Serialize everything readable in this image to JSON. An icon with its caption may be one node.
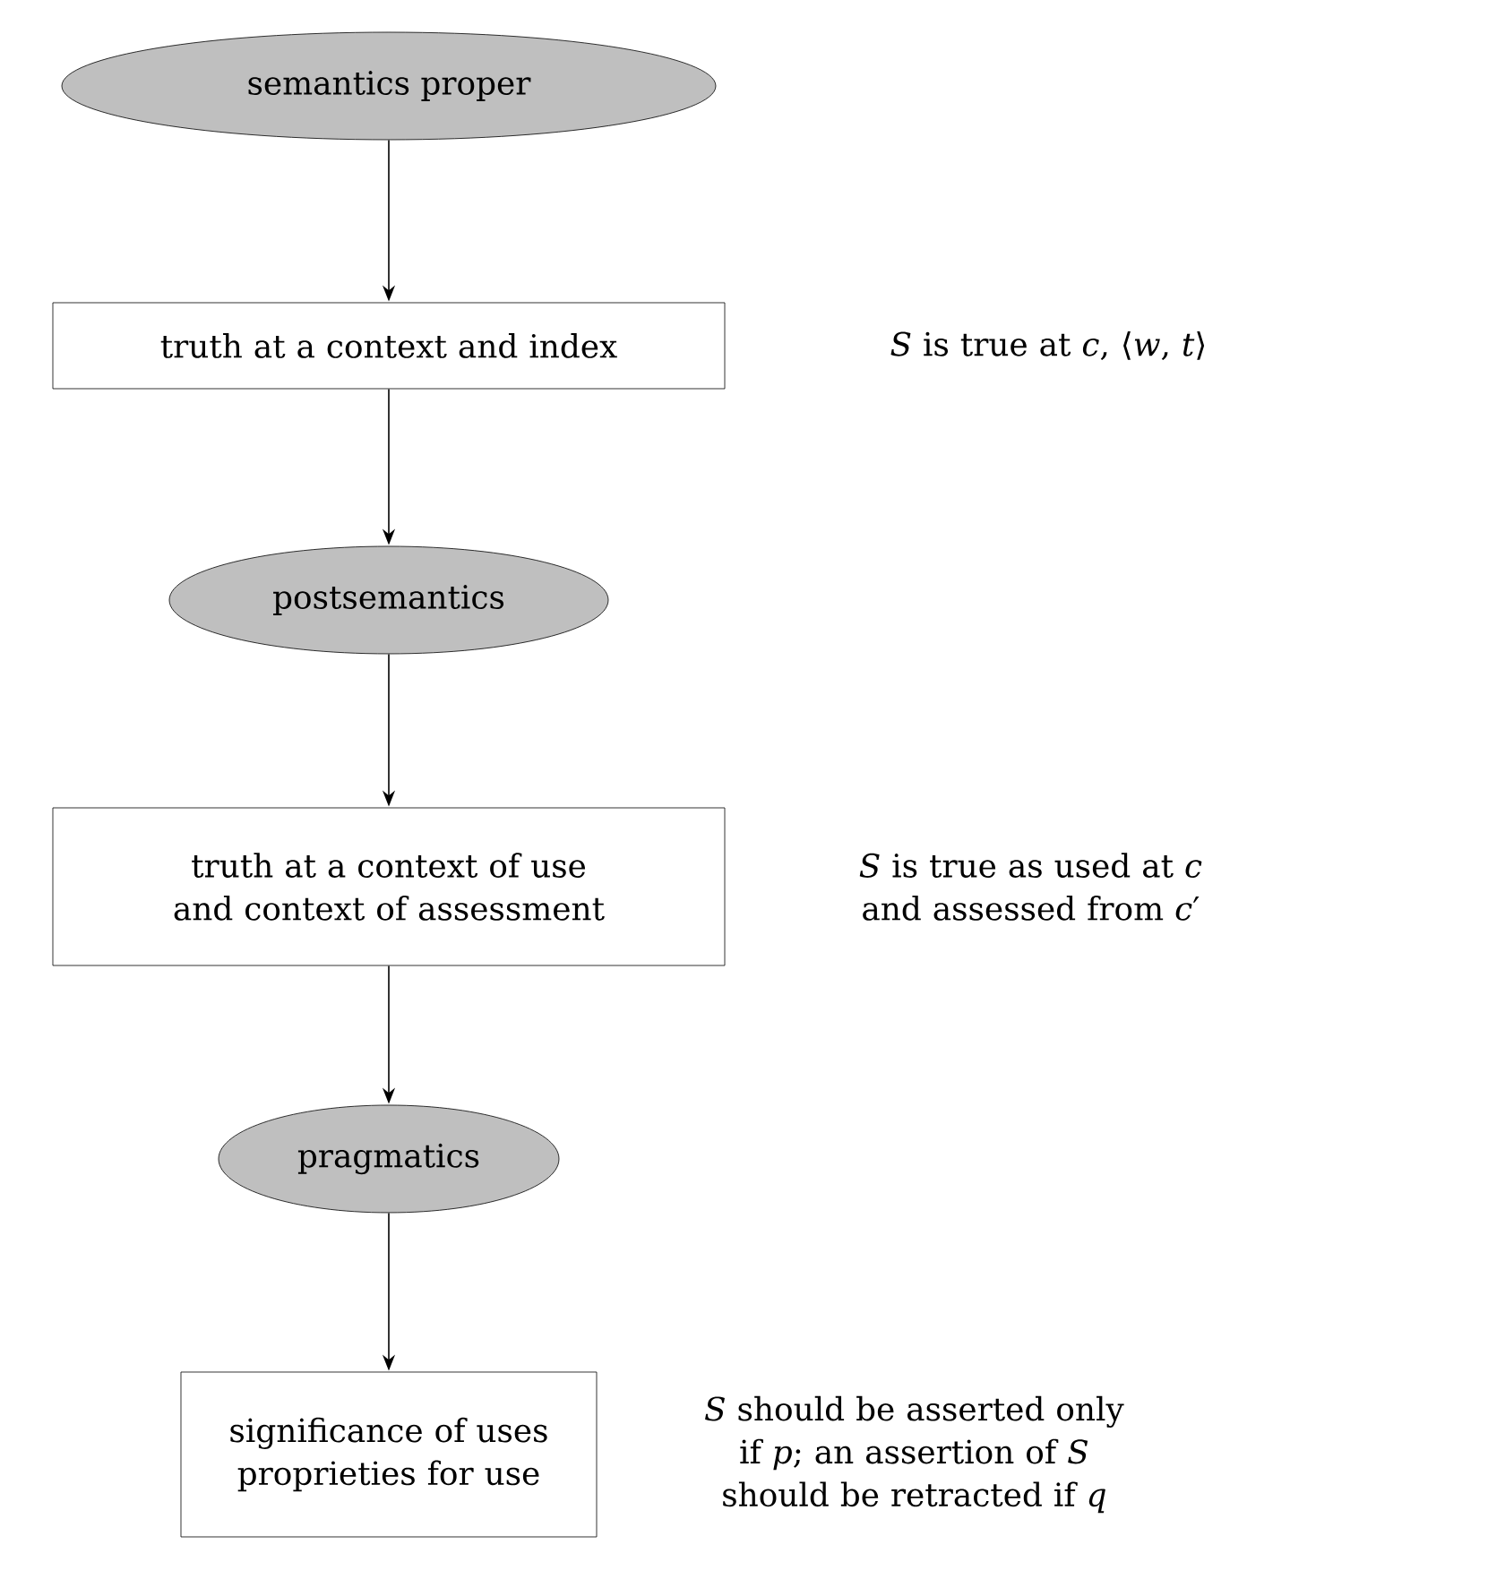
{
  "diagram": {
    "nodes": [
      {
        "text": [
          "semantics proper"
        ]
      },
      {
        "text": [
          "truth at a context and index"
        ]
      },
      {
        "text": [
          "postsemantics"
        ]
      },
      {
        "text": [
          "truth at a context of use and context of assessment"
        ]
      },
      {
        "text": [
          "pragmatics"
        ]
      },
      {
        "text": [
          "significance of uses proprieties for use"
        ]
      }
    ],
    "edges": [
      {
        "from": 0,
        "to": 1,
        "arrow": "to"
      },
      {
        "from": 1,
        "to": 2,
        "arrow": "to"
      },
      {
        "from": 2,
        "to": 3,
        "arrow": "to"
      },
      {
        "from": 3,
        "to": 4,
        "arrow": "to"
      },
      {
        "from": 4,
        "to": 5,
        "arrow": "to"
      }
    ],
    "labels": [
      "*S* is true at *c*, ⟨*w*, *t*⟩",
      "*S* is true as used at *c* and assessed from *c*′",
      "*S* should be asserted only if *p*; an assertion of *S* should be retracted if *q*"
    ]
  }
}
